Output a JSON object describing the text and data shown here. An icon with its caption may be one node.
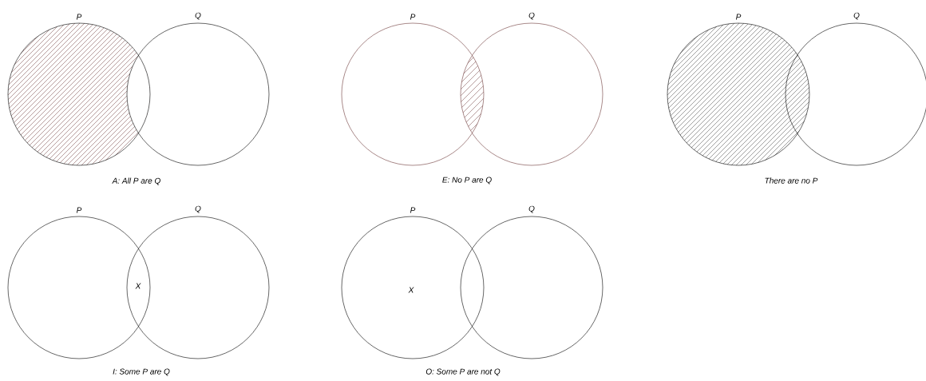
{
  "diagram": {
    "nodes": [
      {
        "text": [
          "P"
        ]
      },
      {
        "text": [
          "Q"
        ]
      },
      {
        "text": [
          "P"
        ]
      },
      {
        "text": [
          "Q"
        ]
      },
      {
        "text": [
          "P"
        ]
      },
      {
        "text": [
          "Q"
        ]
      },
      {
        "text": [
          "P"
        ]
      },
      {
        "text": [
          "Q"
        ]
      },
      {
        "text": [
          "P"
        ]
      },
      {
        "text": [
          "Q"
        ]
      }
    ],
    "edges": [],
    "labels": [
      "A: All P are Q",
      "E: No P are Q",
      "There are no P",
      "X",
      "I: Some P are Q",
      "X",
      "O: Some P are not Q"
    ]
  }
}
